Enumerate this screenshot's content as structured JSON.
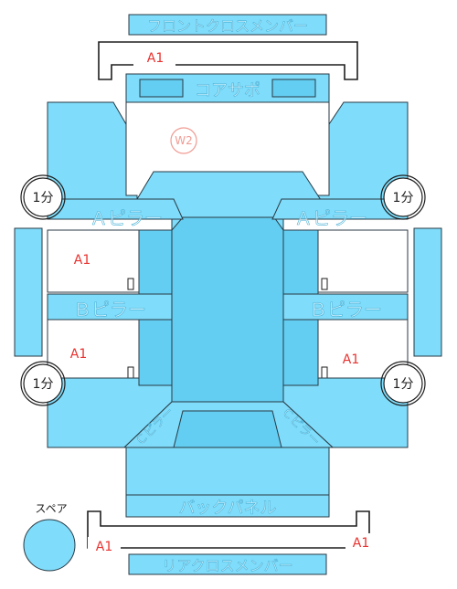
{
  "colors": {
    "panel": "#7fdcfa",
    "panel_dark": "#63cdf2",
    "outline": "#2a3a44",
    "damage_code": "#e8322f",
    "repair_code": "#f09a92"
  },
  "labels": {
    "front_cross_member": "フロントクロスメンバー",
    "core_support": "コアサポ",
    "a_pillar_left": "Ａピラー",
    "a_pillar_right": "Ａピラー",
    "b_pillar_left": "Ｂピラー",
    "b_pillar_right": "Ｂピラー",
    "back_panel": "バックパネル",
    "rear_cross_member": "リアクロスメンバー",
    "c_pillar_left": "Ｃピラー",
    "c_pillar_right": "Ｃピラー",
    "spare": "スペア"
  },
  "codes": {
    "front_cross_member": "A1",
    "core_support_repair": "W2",
    "left_front_door": "A1",
    "left_rear_door": "A1",
    "right_rear_door": "A1",
    "rear_cross_member_left": "A1",
    "rear_cross_member_right": "A1"
  },
  "badges": {
    "front_left": "1分",
    "front_right": "1分",
    "rear_left": "1分",
    "rear_right": "1分"
  }
}
